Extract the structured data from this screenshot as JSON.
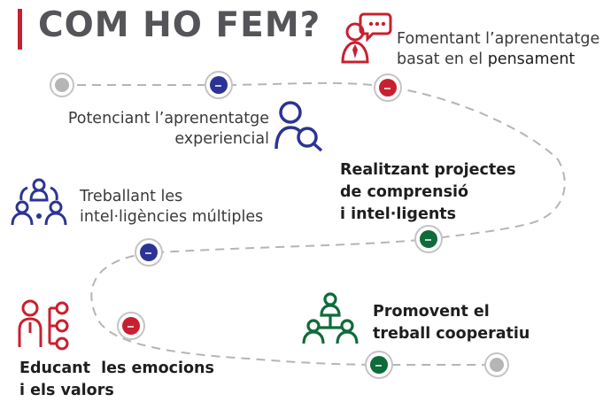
{
  "title": "COM HO FEM?",
  "colors": {
    "accent_red": "#c8202f",
    "navy": "#2b3494",
    "green": "#0e6b3a",
    "gray": "#b5b5b7",
    "title_gray": "#555559"
  },
  "steps": [
    {
      "id": "pensament",
      "lines": [
        "Fomentant l’aprenentatge",
        "basat en el "
      ],
      "emphasis": "pensament",
      "color": "red",
      "icon": "thinking-person-speech-icon"
    },
    {
      "id": "experiencial",
      "lines": [
        "Potenciant l’aprenentatge",
        "experiencial"
      ],
      "color": "navy",
      "icon": "person-magnifier-icon"
    },
    {
      "id": "projectes",
      "lines": [
        "Realitzant projectes",
        "de comprensió",
        "i intel·ligents"
      ],
      "color": "green",
      "icon": null
    },
    {
      "id": "intel-ligencies",
      "lines": [
        "Treballant les",
        "intel·ligències múltiples"
      ],
      "color": "navy",
      "icon": "group-network-icon"
    },
    {
      "id": "cooperatiu",
      "lines": [
        "Promovent el",
        "treball cooperatiu"
      ],
      "color": "green",
      "icon": "team-hierarchy-icon"
    },
    {
      "id": "emocions",
      "lines": [
        "Educant  les emocions",
        "i els valors"
      ],
      "color": "red",
      "icon": "person-emotions-icon"
    }
  ]
}
